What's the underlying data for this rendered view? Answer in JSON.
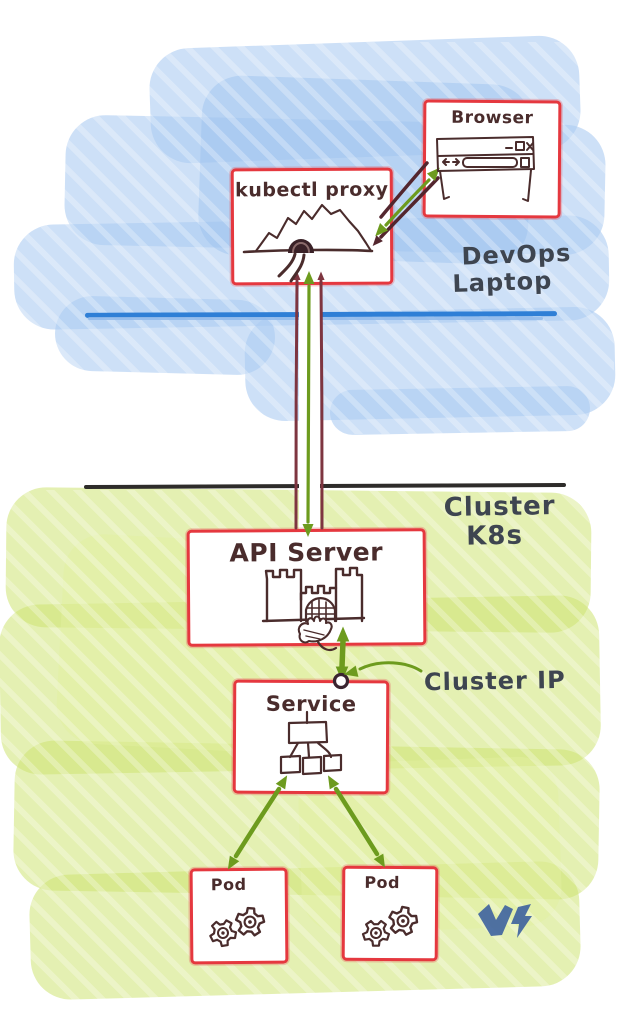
{
  "nodes": {
    "browser": {
      "label": "Browser"
    },
    "kubectl_proxy": {
      "label": "kubectl proxy"
    },
    "api_server": {
      "label": "API Server"
    },
    "service": {
      "label": "Service"
    },
    "pod_left": {
      "label": "Pod"
    },
    "pod_right": {
      "label": "Pod"
    }
  },
  "zone_labels": {
    "devops_line1": "DevOps",
    "devops_line2": "Laptop",
    "cluster_line1": "Cluster",
    "cluster_line2": "K8s"
  },
  "annotations": {
    "cluster_ip": "Cluster IP"
  },
  "colors": {
    "box_border": "#e5383f",
    "sketch_ink": "#4a2c2c",
    "zone_ink": "#3e4550",
    "arrow_green": "#6d9b1e",
    "arrow_maroon": "#7e3540",
    "arrow_dark_maroon": "#53262e",
    "laptop_divider_blue": "#2f7fd6",
    "cluster_divider_black": "#2e2c2a",
    "bg_blue": "#accbf1",
    "bg_green": "#cde473",
    "logo_blue": "#41659f",
    "cluster_ip_ring": "#3a2430"
  }
}
